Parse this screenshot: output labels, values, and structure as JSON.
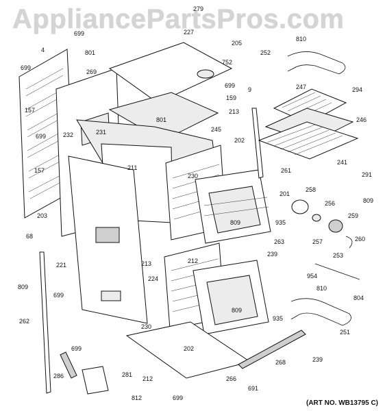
{
  "watermark": "AppliancePartsPros.com",
  "art_number": "(ART NO. WB13795 C)",
  "callouts": {
    "c279": "279",
    "c699a": "699",
    "c4": "4",
    "c801a": "801",
    "c227": "227",
    "c205": "205",
    "c810a": "810",
    "c252": "252",
    "c699b": "699",
    "c752": "752",
    "c269": "269",
    "c294": "294",
    "c157a": "157",
    "c699c": "699",
    "c159": "159",
    "c247": "247",
    "c9": "9",
    "c213a": "213",
    "c801b": "801",
    "c246": "246",
    "c245": "245",
    "c232": "232",
    "c231": "231",
    "c699d": "699",
    "c202a": "202",
    "c241": "241",
    "c157b": "157",
    "c261": "261",
    "c211": "211",
    "c230a": "230",
    "c291": "291",
    "c201": "201",
    "c258": "258",
    "c809a": "809",
    "c256": "256",
    "c203": "203",
    "c809b": "809",
    "c935a": "935",
    "c259": "259",
    "c68": "68",
    "c263": "263",
    "c257": "257",
    "c260": "260",
    "c213b": "213",
    "c212a": "212",
    "c239a": "239",
    "c221": "221",
    "c253": "253",
    "c809c": "809",
    "c954": "954",
    "c224": "224",
    "c810b": "810",
    "c699e": "699",
    "c804": "804",
    "c809d": "809",
    "c262": "262",
    "c935b": "935",
    "c230b": "230",
    "c251": "251",
    "c699f": "699",
    "c202b": "202",
    "c268": "268",
    "c239b": "239",
    "c286": "286",
    "c281": "281",
    "c212b": "212",
    "c266": "266",
    "c691": "691",
    "c812": "812",
    "c699g": "699"
  }
}
